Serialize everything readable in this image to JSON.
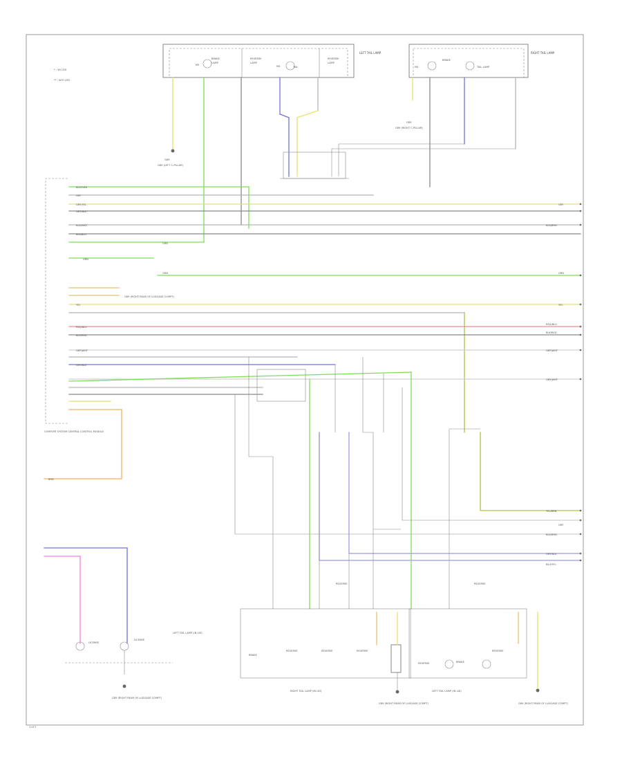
{
  "legend": {
    "item_1": "* : W/ LED",
    "item_2": "** : W/O LED"
  },
  "colors": {
    "green": "#7ddc5a",
    "yellow": "#e8e070",
    "blue": "#7070e0",
    "gray": "#b4b4b4",
    "lightgray": "#d0d0d0",
    "red": "#f08a8a",
    "orange": "#f5b060",
    "pink": "#f080e8",
    "darkgray": "#888888"
  },
  "components": {
    "lh_tail_lamp": "LEFT TAIL LAMP",
    "rh_tail_lamp": "RIGHT TAIL LAMP",
    "control_unit": "COMFORT SYSTEM CENTRAL CONTROL MODULE",
    "ground_left": "G89 (LEFT C-PILLAR)",
    "ground_right": "G89 (RIGHT C-PILLAR)",
    "ground_trunk": "G89 (RIGHT REAR OF LUGGAGE COMPT)",
    "ground_lic_left": "G89 (RIGHT REAR OF LUGGAGE COMPT)",
    "ground_lic_right": "G89 (RIGHT REAR OF LUGGAGE COMPT)",
    "rear_trunk_label": "RIGHT TAIL LAMP (IN LID)",
    "left_trunk_label": "LEFT TAIL LAMP (IN LID)"
  },
  "wire_labels": {
    "w1": "BLK/GRN",
    "w2": "GRY",
    "w3": "GRY/YEL",
    "w4": "GRY/BLU",
    "w5": "BLK/WHT",
    "w6": "BLK/BLU",
    "w7": "GRN",
    "w8": "YEL",
    "w9": "RED/BLU",
    "w10": "BLK/RED",
    "w11": "GRY/WHT",
    "w12": "BLU/YEL",
    "w13": "BLK/BRN",
    "w14": "YEL/BRN",
    "w15": "BRN"
  },
  "footer": "1 of 2"
}
